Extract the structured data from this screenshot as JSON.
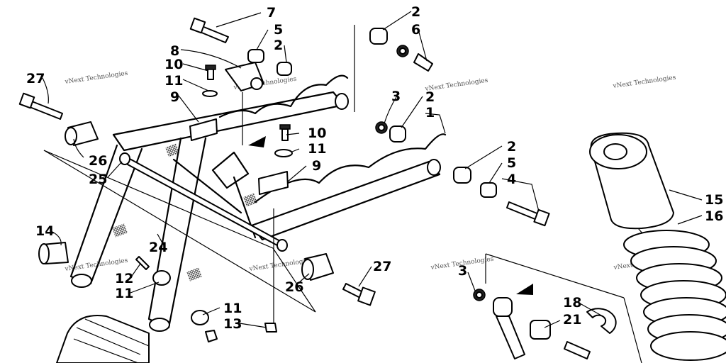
{
  "watermark": "vNext Technologies",
  "callouts": [
    {
      "id": "c7a",
      "text": "7"
    },
    {
      "id": "c5a",
      "text": "5"
    },
    {
      "id": "c2a",
      "text": "2"
    },
    {
      "id": "c8",
      "text": "8"
    },
    {
      "id": "c10a",
      "text": "10"
    },
    {
      "id": "c11a",
      "text": "11"
    },
    {
      "id": "c9a",
      "text": "9"
    },
    {
      "id": "c27a",
      "text": "27"
    },
    {
      "id": "c26a",
      "text": "26"
    },
    {
      "id": "c25",
      "text": "25"
    },
    {
      "id": "c2b",
      "text": "2"
    },
    {
      "id": "c6",
      "text": "6"
    },
    {
      "id": "c3a",
      "text": "3"
    },
    {
      "id": "c2c",
      "text": "2"
    },
    {
      "id": "c1",
      "text": "1"
    },
    {
      "id": "c10b",
      "text": "10"
    },
    {
      "id": "c11b",
      "text": "11"
    },
    {
      "id": "c9b",
      "text": "9"
    },
    {
      "id": "c2d",
      "text": "2"
    },
    {
      "id": "c5b",
      "text": "5"
    },
    {
      "id": "c4",
      "text": "4"
    },
    {
      "id": "c15",
      "text": "15"
    },
    {
      "id": "c16",
      "text": "16"
    },
    {
      "id": "c14",
      "text": "14"
    },
    {
      "id": "c24",
      "text": "24"
    },
    {
      "id": "c12",
      "text": "12"
    },
    {
      "id": "c11c",
      "text": "11"
    },
    {
      "id": "c11d",
      "text": "11"
    },
    {
      "id": "c13",
      "text": "13"
    },
    {
      "id": "c26b",
      "text": "26"
    },
    {
      "id": "c27b",
      "text": "27"
    },
    {
      "id": "c3b",
      "text": "3"
    },
    {
      "id": "c18",
      "text": "18"
    },
    {
      "id": "c21",
      "text": "21"
    }
  ]
}
